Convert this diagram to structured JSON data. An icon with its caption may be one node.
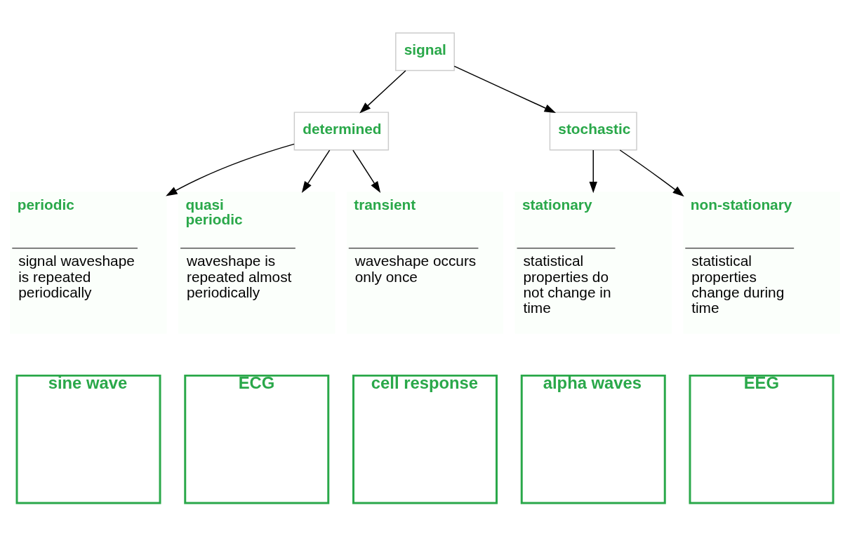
{
  "diagram": {
    "nodes": [
      {
        "text": [
          "signal"
        ]
      },
      {
        "text": [
          "determined"
        ]
      },
      {
        "text": [
          "stochastic"
        ]
      },
      {
        "text": [
          "periodic",
          "signal waveshape is repeated periodically"
        ]
      },
      {
        "text": [
          "quasi periodic",
          "waveshape is repeated almost periodically"
        ]
      },
      {
        "text": [
          "transient",
          "waveshape occurs only once"
        ]
      },
      {
        "text": [
          "stationary",
          "statistical properties do not change in time"
        ]
      },
      {
        "text": [
          "non-stationary",
          "statistical properties change during time"
        ]
      },
      {
        "text": [
          "sine wave"
        ]
      },
      {
        "text": [
          "ECG"
        ]
      },
      {
        "text": [
          "cell response"
        ]
      },
      {
        "text": [
          "alpha waves"
        ]
      },
      {
        "text": [
          "EEG"
        ]
      }
    ],
    "edges": [
      {
        "from": 0,
        "to": 1,
        "arrow": "to"
      },
      {
        "from": 0,
        "to": 2,
        "arrow": "to"
      },
      {
        "from": 1,
        "to": 3,
        "arrow": "to"
      },
      {
        "from": 1,
        "to": 4,
        "arrow": "to"
      },
      {
        "from": 1,
        "to": 5,
        "arrow": "to"
      },
      {
        "from": 2,
        "to": 6,
        "arrow": "to"
      },
      {
        "from": 2,
        "to": 7,
        "arrow": "to"
      }
    ]
  }
}
